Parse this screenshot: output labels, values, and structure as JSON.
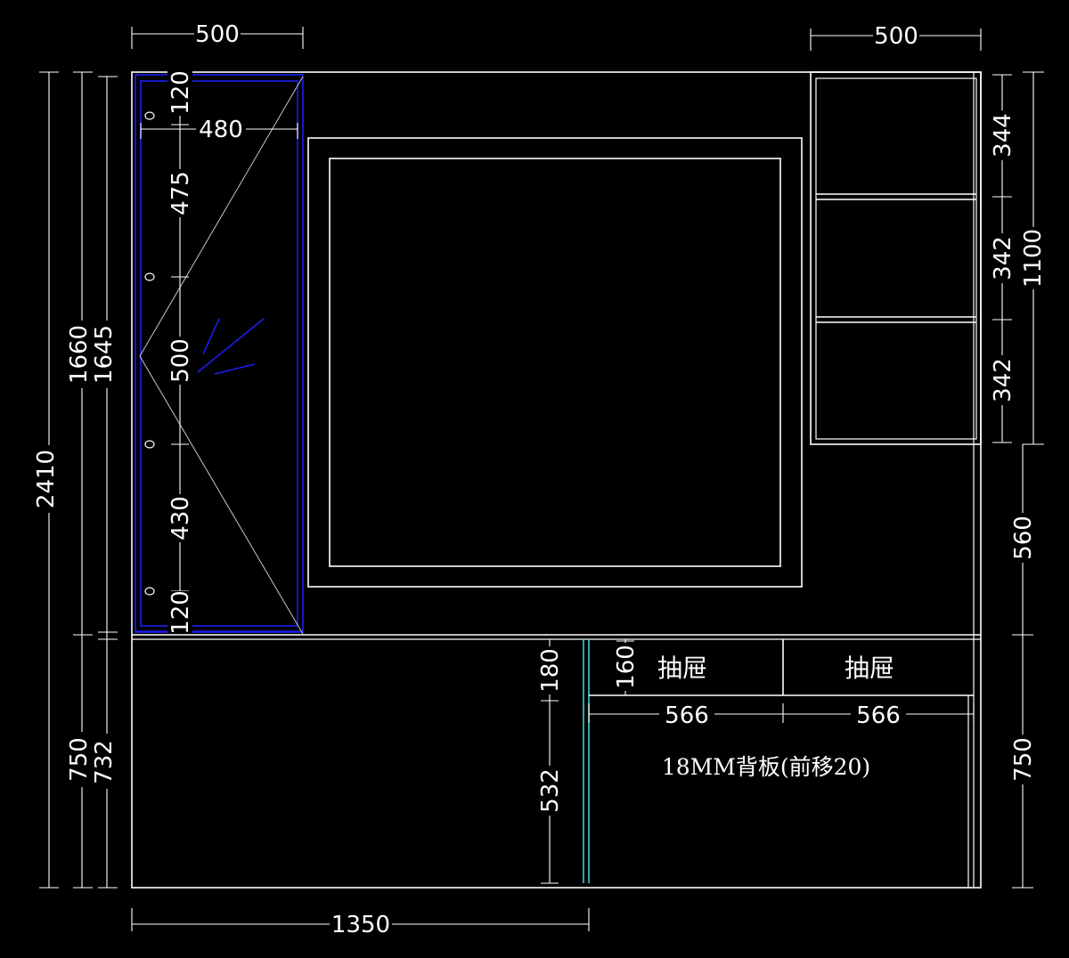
{
  "dimensions": {
    "top_left_width": "500",
    "top_right_width": "500",
    "left_inner_width": "480",
    "total_height": "2410",
    "upper_height": "1660",
    "upper_inner_height": "1645",
    "lower_height": "750",
    "lower_inner_height": "732",
    "left_col_segments": [
      "120",
      "475",
      "500",
      "430",
      "120"
    ],
    "right_shelf_segments": [
      "344",
      "342",
      "342"
    ],
    "right_shelf_total": "1100",
    "right_gap": "560",
    "right_lower": "750",
    "bottom_width": "1350",
    "middle_top": "180",
    "middle_bottom": "532",
    "drawer_height": "160",
    "drawer_width_1": "566",
    "drawer_width_2": "566"
  },
  "labels": {
    "drawer_1": "抽屉",
    "drawer_2": "抽屉",
    "back_panel_note": "18MM背板(前移20)"
  },
  "colors": {
    "background": "#000000",
    "lines": "#ffffff",
    "accent_blue": "#1a1ad8",
    "accent_cyan": "#40d0d0"
  }
}
